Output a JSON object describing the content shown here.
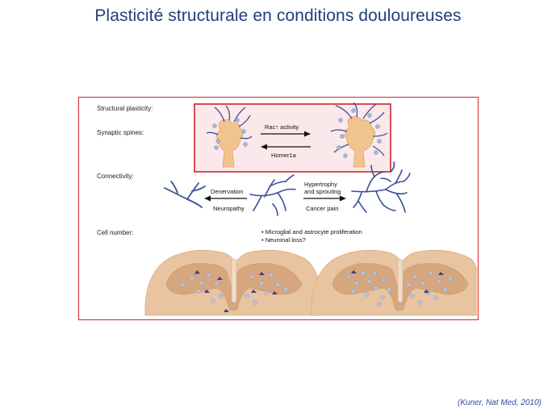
{
  "title": "Plasticité structurale en conditions douloureuses",
  "citation": "(Kuner, Nat Med, 2010)",
  "figure": {
    "labels": {
      "structural_plasticity": "Structural plasticity:",
      "synaptic_spines": "Synaptic spines:",
      "connectivity": "Connectivity:",
      "cell_number": "Cell number:"
    },
    "spines": {
      "forward": "Rac↑ activity",
      "backward": "Homer1a"
    },
    "connectivity": {
      "left_top": "Denervation",
      "left_bottom": "Neuropathy",
      "right_top_1": "Hypertrophy",
      "right_top_2": "and sprouting",
      "right_bottom": "Cancer pain"
    },
    "cell_number": {
      "bullet_1": "• Microglial and astrocyte proliferation",
      "bullet_2": "• Neuronal loss?"
    }
  },
  "colors": {
    "title": "#1f3f7a",
    "frame": "#d2232a",
    "neuron": "#3b4f9a",
    "spinal_cord": "#e8c4a0",
    "grey_matter": "#d6a67e",
    "spine_cell": "#f1c48e",
    "citation": "#2a4d8f"
  }
}
